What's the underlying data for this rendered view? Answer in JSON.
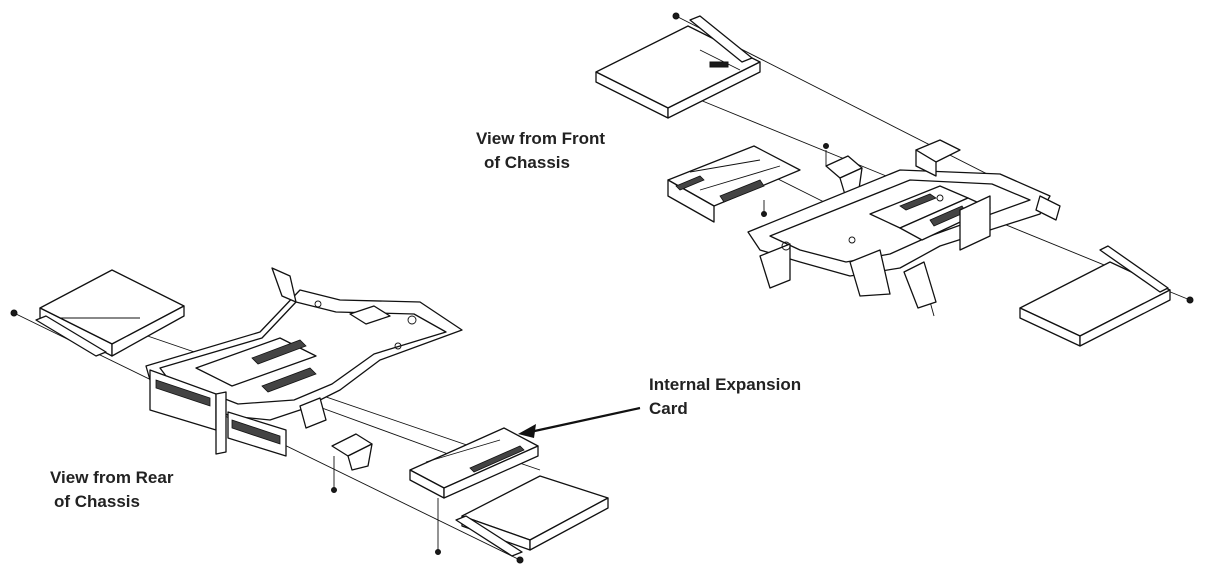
{
  "labels": {
    "front_line1": "View from Front",
    "front_line2": "of Chassis",
    "rear_line1": "View from Rear",
    "rear_line2": "of Chassis",
    "card_line1": "Internal Expansion",
    "card_line2": "Card"
  },
  "colors": {
    "line": "#111111",
    "background": "#ffffff",
    "text": "#222222"
  }
}
